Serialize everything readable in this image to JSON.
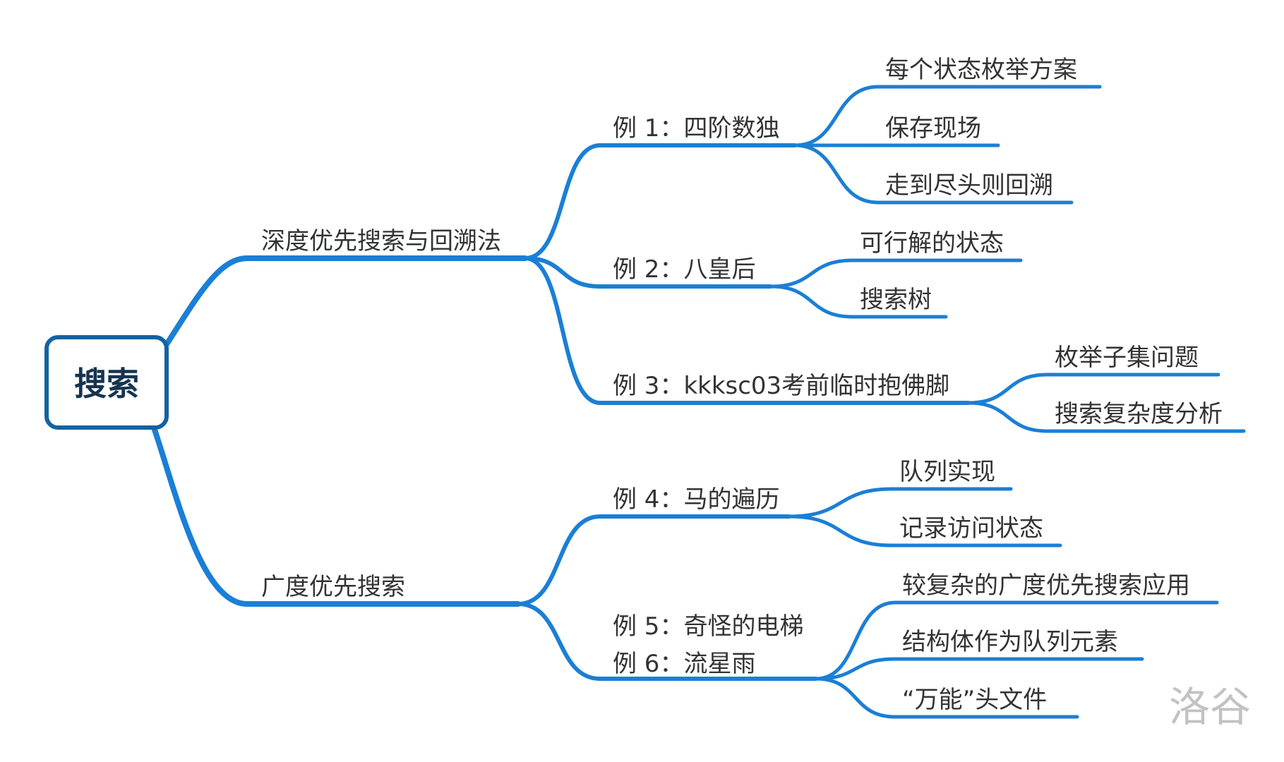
{
  "diagram": {
    "root": {
      "label": "搜索"
    },
    "branches": [
      {
        "label": "深度优先搜索与回溯法",
        "children": [
          {
            "label": "例 1：四阶数独",
            "children": [
              "每个状态枚举方案",
              "保存现场",
              "走到尽头则回溯"
            ]
          },
          {
            "label": "例 2：八皇后",
            "children": [
              "可行解的状态",
              "搜索树"
            ]
          },
          {
            "label": "例 3：kkksc03考前临时抱佛脚",
            "children": [
              "枚举子集问题",
              "搜索复杂度分析"
            ]
          }
        ]
      },
      {
        "label": "广度优先搜索",
        "children": [
          {
            "label": "例 4：马的遍历",
            "children": [
              "队列实现",
              "记录访问状态"
            ]
          },
          {
            "label": "例 5：奇怪的电梯",
            "label2": "例 6：流星雨",
            "children": [
              "较复杂的广度优先搜索应用",
              "结构体作为队列元素",
              "“万能”头文件"
            ]
          }
        ]
      }
    ]
  },
  "watermark": "洛谷",
  "colors": {
    "edge": "#1a7fd6",
    "root_border": "#1262a3",
    "root_text": "#16344f",
    "text": "#333333",
    "watermark": "#c2c2c2"
  }
}
